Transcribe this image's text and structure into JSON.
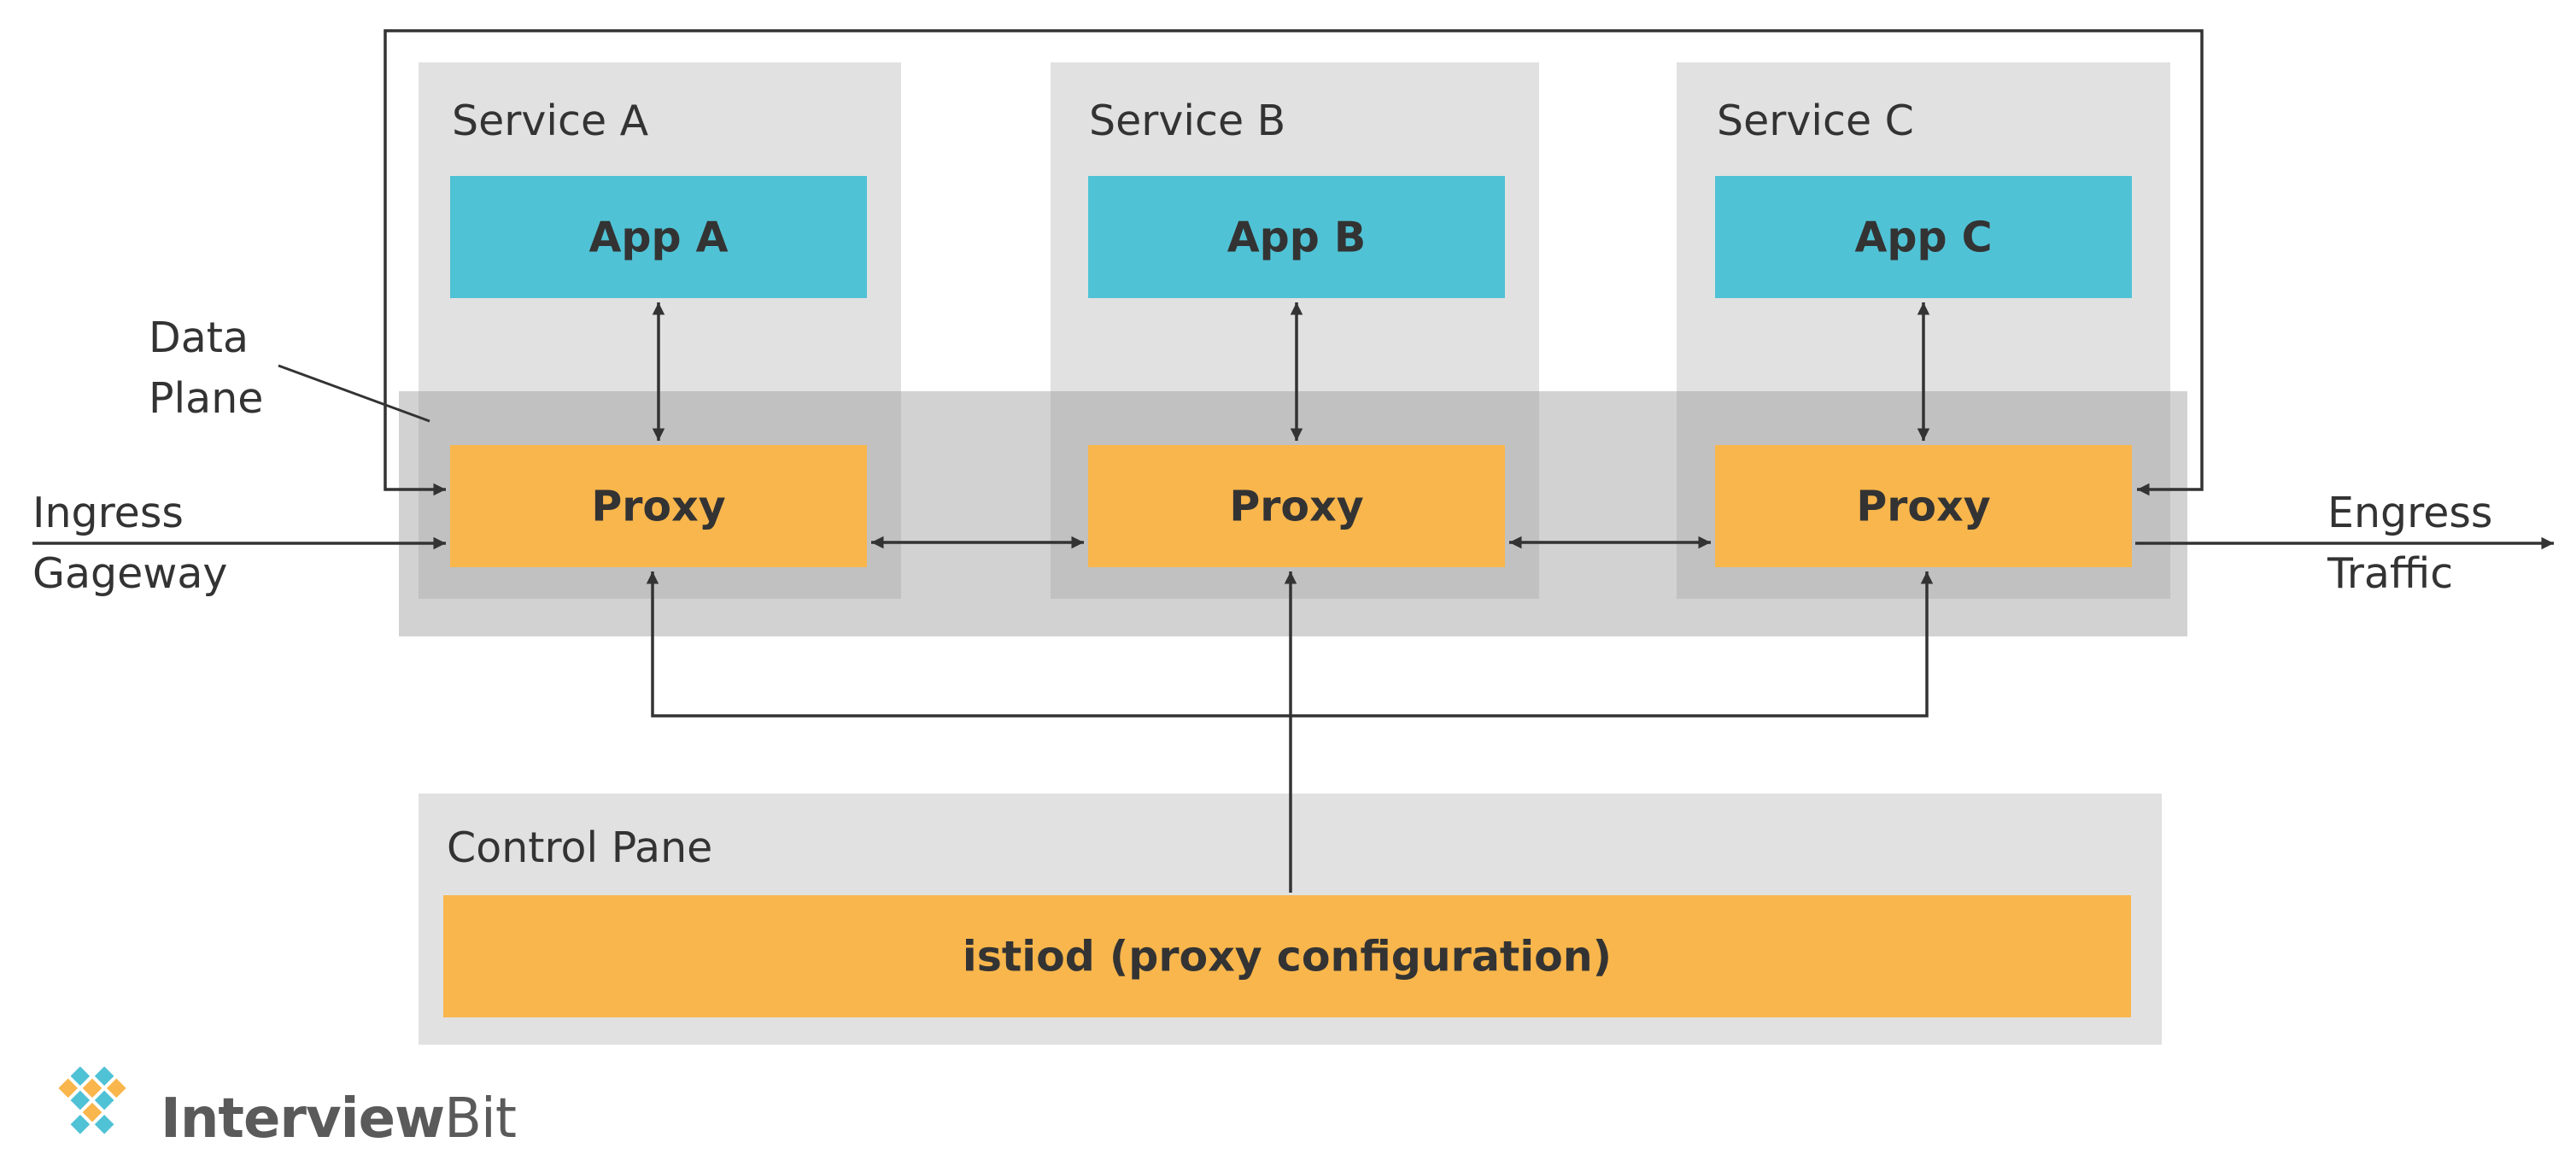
{
  "services": [
    {
      "title": "Service A",
      "app": "App A",
      "proxy": "Proxy"
    },
    {
      "title": "Service B",
      "app": "App B",
      "proxy": "Proxy"
    },
    {
      "title": "Service C",
      "app": "App C",
      "proxy": "Proxy"
    }
  ],
  "data_plane": {
    "line1": "Data",
    "line2": "Plane"
  },
  "ingress": {
    "line1": "Ingress",
    "line2": "Gageway"
  },
  "egress": {
    "line1": "Engress",
    "line2": "Traffic"
  },
  "control_plane": {
    "title": "Control Pane",
    "istiod": "istiod (proxy configuration)"
  },
  "logo": {
    "brand_a": "Interview",
    "brand_b": "Bit"
  },
  "colors": {
    "app": "#50c2d5",
    "proxy": "#f8b64c",
    "panel": "#e1e1e1",
    "data_plane": "#c8c8c8",
    "line": "#333333"
  }
}
